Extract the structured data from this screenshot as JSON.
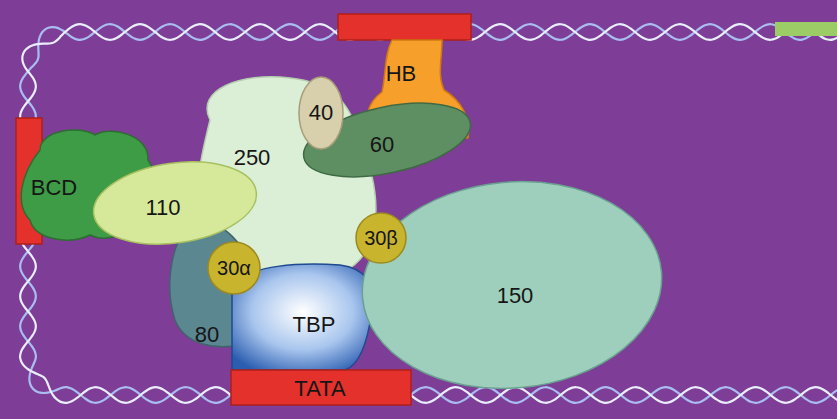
{
  "diagram": {
    "nodes": [
      {
        "text": [
          "BCD"
        ]
      },
      {
        "text": [
          "110"
        ]
      },
      {
        "text": [
          "250"
        ]
      },
      {
        "text": [
          "40"
        ]
      },
      {
        "text": [
          "HB"
        ]
      },
      {
        "text": [
          "60"
        ]
      },
      {
        "text": [
          "30α"
        ]
      },
      {
        "text": [
          "30β"
        ]
      },
      {
        "text": [
          "80"
        ]
      },
      {
        "text": [
          "TBP"
        ]
      },
      {
        "text": [
          "150"
        ]
      },
      {
        "text": [
          "TATA"
        ]
      }
    ]
  }
}
